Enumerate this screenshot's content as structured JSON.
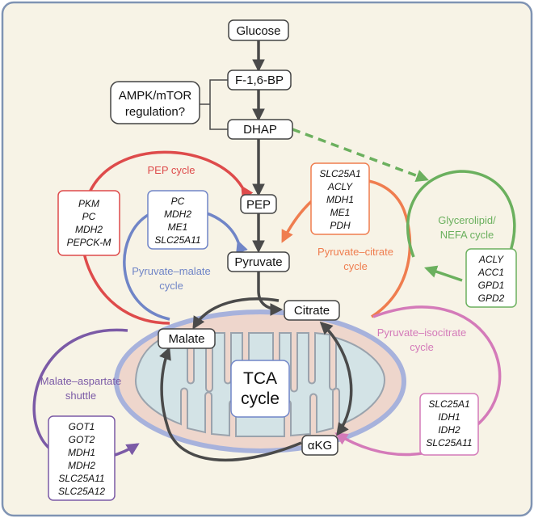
{
  "colors": {
    "background": "#f7f3e6",
    "frame": "#7f93b3",
    "pathway_arrow": "#4a4a4a",
    "pep_cycle": "#de4b4b",
    "pyruvate_malate": "#7085c7",
    "pyruvate_citrate": "#ef7d4f",
    "glycerolipid": "#6bb05e",
    "pyruvate_isocitrate": "#d47ab9",
    "malate_aspartate": "#7b5aa6",
    "mito_outer": "#a7b2dc",
    "mito_inner_space": "#eed6cc",
    "cristae_fill": "#d3e3e6",
    "cristae_stroke": "#9aa3ad"
  },
  "nodes": {
    "glucose": "Glucose",
    "f16bp": "F-1,6-BP",
    "dhap": "DHAP",
    "pep": "PEP",
    "pyruvate": "Pyruvate",
    "citrate": "Citrate",
    "malate": "Malate",
    "akg": "αKG",
    "regulation_line1": "AMPK/mTOR",
    "regulation_line2": "regulation?",
    "tca_line1": "TCA",
    "tca_line2": "cycle"
  },
  "cycles": {
    "pep_cycle": [
      "PEP cycle"
    ],
    "pyruvate_malate": [
      "Pyruvate–malate",
      "cycle"
    ],
    "pyruvate_citrate": [
      "Pyruvate–citrate",
      "cycle"
    ],
    "glycerolipid": [
      "Glycerolipid/",
      "NEFA cycle"
    ],
    "pyruvate_isocitrate": [
      "Pyruvate–isocitrate",
      "cycle"
    ],
    "malate_aspartate": [
      "Malate–aspartate",
      "shuttle"
    ]
  },
  "genes": {
    "pep_cycle": [
      "PKM",
      "PC",
      "MDH2",
      "PEPCK-M"
    ],
    "pyruvate_malate": [
      "PC",
      "MDH2",
      "ME1",
      "SLC25A11"
    ],
    "pyruvate_citrate": [
      "SLC25A1",
      "ACLY",
      "MDH1",
      "ME1",
      "PDH"
    ],
    "glycerolipid": [
      "ACLY",
      "ACC1",
      "GPD1",
      "GPD2"
    ],
    "pyruvate_isocitrate": [
      "SLC25A1",
      "IDH1",
      "IDH2",
      "SLC25A11"
    ],
    "malate_aspartate": [
      "GOT1",
      "GOT2",
      "MDH1",
      "MDH2",
      "SLC25A11",
      "SLC25A12"
    ]
  }
}
